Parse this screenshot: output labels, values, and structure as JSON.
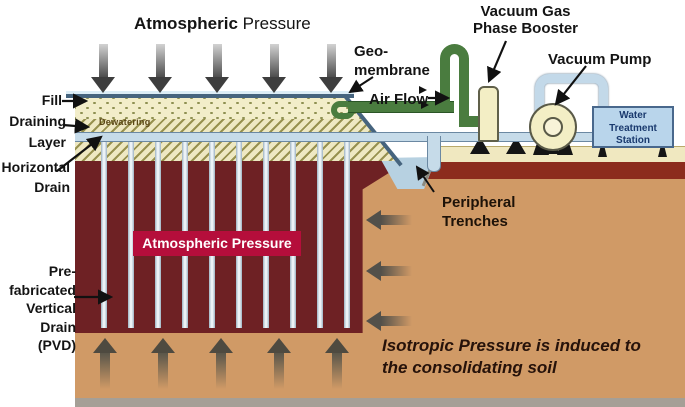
{
  "labels": {
    "title_bold": "Atmospheric",
    "title_regular": "Pressure",
    "fill": "Fill",
    "draining1": "Draining",
    "draining2": "Layer",
    "hdrain1": "Horizontal",
    "hdrain2": "Drain",
    "pvd": [
      "Pre-",
      "fabricated",
      "Vertical",
      "Drain",
      "(PVD)"
    ],
    "geomembrane1": "Geo-",
    "geomembrane2": "membrane",
    "air_flow": "Air Flow",
    "booster1": "Vacuum Gas",
    "booster2": "Phase Booster",
    "vacuum_pump": "Vacuum Pump",
    "peripheral1": "Peripheral",
    "peripheral2": "Trenches",
    "atmospheric_box": "Atmospheric Pressure",
    "dewatering": "Dewatering",
    "wts": [
      "Water",
      "Treatment",
      "Station"
    ],
    "isotropic1": "Isotropic Pressure is induced to",
    "isotropic2": "the consolidating soil"
  },
  "colors": {
    "consolidating_soil_upper": "#6e2124",
    "consolidating_soil_lower": "#d09a66",
    "pressure_box": "#b50e3b",
    "pipe_blue": "#c6dbe9",
    "air_pipe_green": "#4a7c3f",
    "fill_layer": "#f2edc9",
    "trench_water": "#b7d1e1",
    "equipment_cream": "#f3eec5",
    "water_treatment_box": "#b9d5eb"
  }
}
